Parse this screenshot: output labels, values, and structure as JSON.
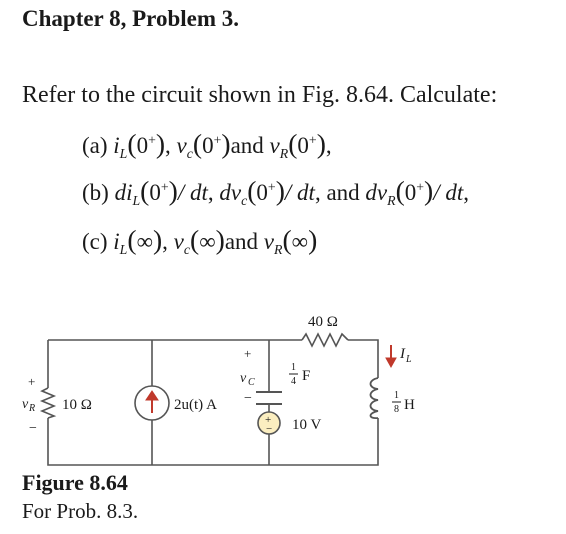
{
  "heading": "Chapter 8, Problem 3.",
  "intro": "Refer to the circuit shown in Fig. 8.64. Calculate:",
  "parts": {
    "a": {
      "label": "(a)",
      "t1": "i",
      "s1": "L",
      "v1": "0",
      "sup1": "+",
      "t2": "v",
      "s2": "c",
      "v2": "0",
      "sup2": "+",
      "and": "and",
      "t3": "v",
      "s3": "R",
      "v3": "0",
      "sup3": "+"
    },
    "b": {
      "label": "(b)",
      "t1": "di",
      "s1": "L",
      "v1": "0",
      "sup1": "+",
      "dt1": "/ dt",
      "t2": "dv",
      "s2": "c",
      "v2": "0",
      "sup2": "+",
      "dt2": "/ dt",
      "and": "and",
      "t3": "dv",
      "s3": "R",
      "v3": "0",
      "sup3": "+",
      "dt3": "/ dt"
    },
    "c": {
      "label": "(c)",
      "t1": "i",
      "s1": "L",
      "v1": "∞",
      "t2": "v",
      "s2": "c",
      "v2": "∞",
      "and": "and",
      "t3": "v",
      "s3": "R",
      "v3": "∞"
    }
  },
  "circuit": {
    "r_left": "10 Ω",
    "r_top": "40 Ω",
    "source_label": "2u(t) A",
    "cap_value": "F",
    "cap_frac_num": "1",
    "cap_frac_den": "4",
    "cap_voltage": "v",
    "cap_voltage_sub": "C",
    "inductor_value": "H",
    "ind_frac_num": "1",
    "ind_frac_den": "8",
    "current": "I",
    "current_sub": "L",
    "vr": "v",
    "vr_sub": "R",
    "battery": "10 V",
    "plus": "+",
    "minus": "−"
  },
  "caption": {
    "title": "Figure 8.64",
    "subtitle": "For Prob. 8.3."
  }
}
